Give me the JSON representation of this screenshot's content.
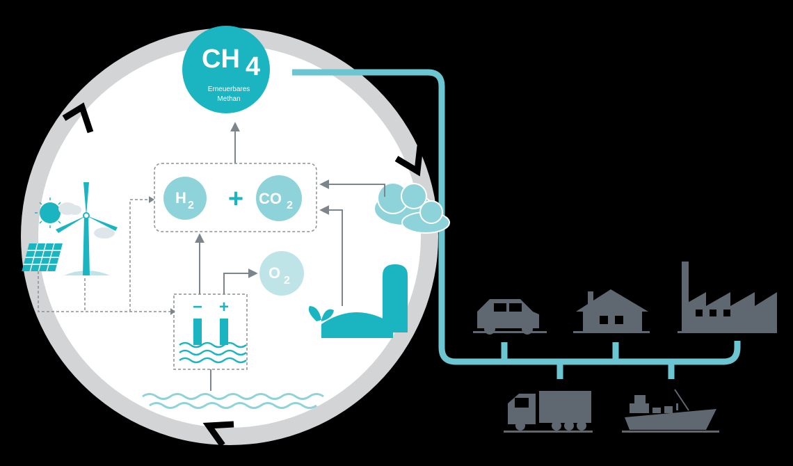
{
  "ch4": {
    "formula_main": "CH",
    "formula_sub": "4",
    "caption_line1": "Erneuerbares",
    "caption_line2": "Methan"
  },
  "h2": {
    "main": "H",
    "sub": "2"
  },
  "plus": "+",
  "co2": {
    "main": "CO",
    "sub": "2"
  },
  "o2": {
    "main": "O",
    "sub": "2"
  },
  "electrolyzer": {
    "minus": "−",
    "plus": "+"
  },
  "colors": {
    "background": "#000000",
    "ring": "#d2d4d6",
    "teal": "#1bb5c1",
    "teal_light": "#8fd3da",
    "o2_light": "#bfe4e8",
    "pipe": "#6cc6d1",
    "gray_icon": "#5f6770",
    "arrow_gray": "#7d858c"
  },
  "icons": [
    "sun-icon",
    "cloud-icon",
    "wind-turbine-icon",
    "solar-panel-icon",
    "cloud-icon",
    "biogas-plant-icon",
    "leaf-icon",
    "car-icon",
    "house-icon",
    "factory-icon",
    "truck-icon",
    "ship-icon",
    "water-waves-icon"
  ]
}
